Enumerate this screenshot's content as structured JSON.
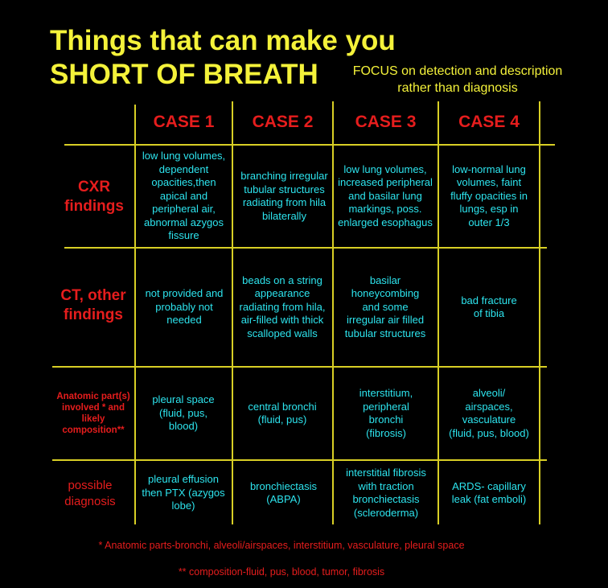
{
  "title": {
    "line1": "Things that can make you",
    "line2": "SHORT OF BREATH",
    "note": "FOCUS on detection and description rather than diagnosis"
  },
  "table": {
    "columns": [
      "CASE 1",
      "CASE 2",
      "CASE 3",
      "CASE 4"
    ],
    "rows": [
      {
        "label": "CXR findings",
        "cells": [
          "low lung volumes, dependent opacities,then apical and peripheral air, abnormal azygos fissure",
          "branching irregular tubular structures radiating from hila bilaterally",
          "low lung volumes, increased peripheral and basilar lung markings, poss. enlarged esophagus",
          "low-normal lung volumes, faint fluffy opacities in lungs, esp in outer 1/3"
        ]
      },
      {
        "label": "CT, other findings",
        "cells": [
          "not provided and probably not needed",
          "beads on a string appearance radiating from hila, air-filled with thick scalloped walls",
          "basilar honeycombing and some irregular air filled tubular structures",
          "bad fracture of tibia"
        ]
      },
      {
        "label": "Anatomic part(s) involved * and likely composition**",
        "cells": [
          "pleural space (fluid, pus, blood)",
          "central bronchi (fluid, pus)",
          "interstitium, peripheral bronchi (fibrosis)",
          "alveoli/ airspaces, vasculature (fluid, pus, blood)"
        ]
      },
      {
        "label": "possible diagnosis",
        "cells": [
          "pleural effusion then PTX (azygos lobe)",
          "bronchiectasis (ABPA)",
          "interstitial fibrosis with traction bronchiectasis (scleroderma)",
          "ARDS- capillary leak (fat emboli)"
        ]
      }
    ]
  },
  "footnotes": [
    "* Anatomic parts-bronchi, alveoli/airspaces, interstitium, vasculature, pleural space",
    "** composition-fluid, pus, blood, tumor, fibrosis"
  ]
}
